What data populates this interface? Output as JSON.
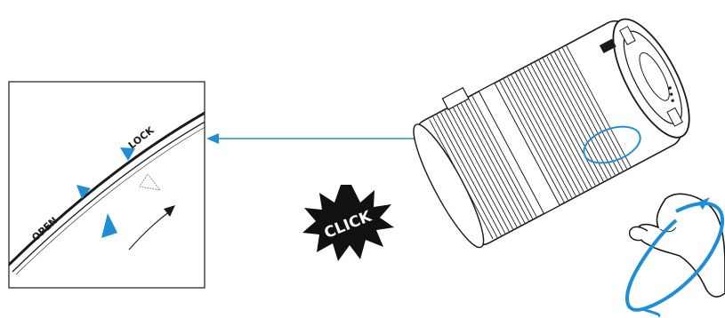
{
  "figure": {
    "labels": {
      "open": "OPEN",
      "lock": "LOCK",
      "click": "CLICK"
    },
    "colors": {
      "accent": "#1e8fd6",
      "line": "#1a1a1a",
      "burst": "#111111",
      "background": "#ffffff"
    },
    "icons": [
      "open-index-marker-icon",
      "lock-index-marker-icon",
      "lens-mount-index-icon",
      "rotation-arrow-icon",
      "pointer-arrow-icon",
      "click-burst-icon",
      "hand-icon",
      "lens-barrel-icon"
    ]
  }
}
